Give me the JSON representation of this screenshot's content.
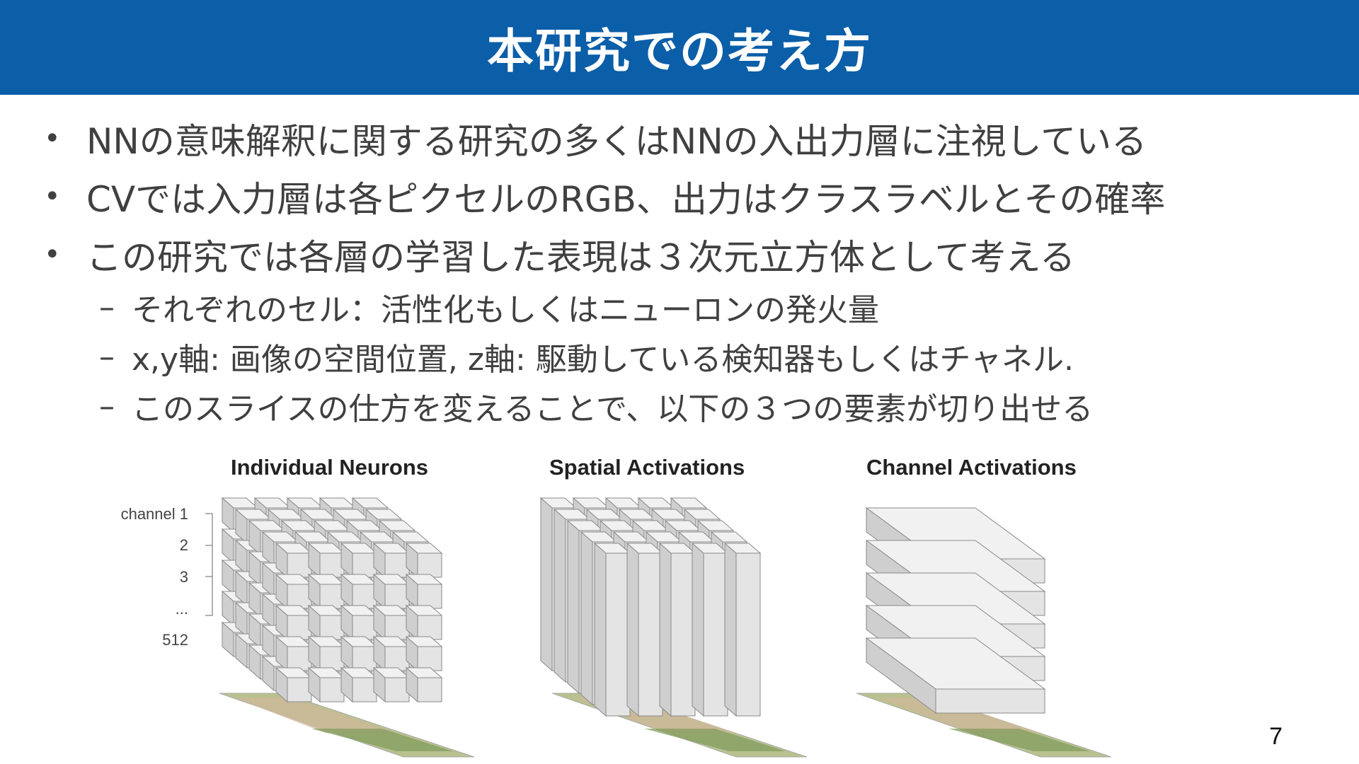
{
  "slide": {
    "title": "本研究での考え方",
    "page_number": "7"
  },
  "bullets": [
    "NNの意味解釈に関する研究の多くはNNの入出力層に注視している",
    "CVでは入力層は各ピクセルのRGB、出力はクラスラベルとその確率",
    "この研究では各層の学習した表現は３次元立方体として考える"
  ],
  "sub_bullets": [
    "それぞれのセル：活性化もしくはニューロンの発火量",
    "x,y軸: 画像の空間位置, z軸: 駆動している検知器もしくはチャネル.",
    "このスライスの仕方を変えることで、以下の３つの要素が切り出せる"
  ],
  "figure": {
    "panels": [
      "Individual Neurons",
      "Spatial Activations",
      "Channel Activations"
    ],
    "channel_labels": [
      "channel 1",
      "2",
      "3",
      "...",
      "512"
    ]
  },
  "colors": {
    "title_bar": "#0b5ea8",
    "cube_face": "#e4e4e4",
    "cube_top": "#f1f1f1",
    "cube_side": "#cfcfcf"
  }
}
